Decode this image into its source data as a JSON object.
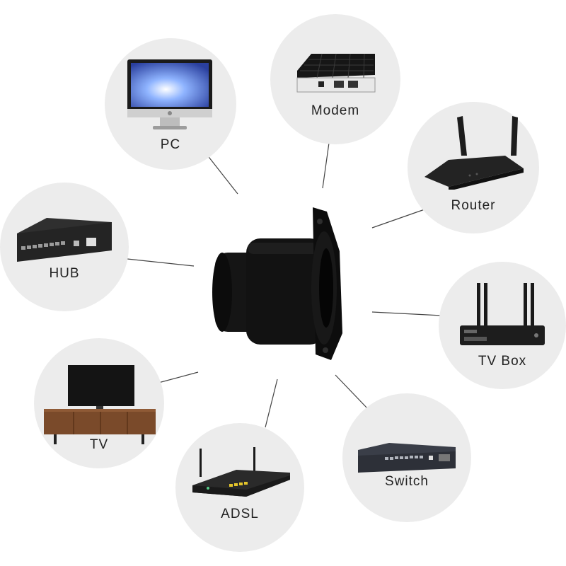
{
  "center": {
    "icon": "panel-mount-connector-icon"
  },
  "devices": [
    {
      "key": "pc",
      "label": "PC",
      "icon": "imac-monitor-icon"
    },
    {
      "key": "modem",
      "label": "Modem",
      "icon": "modem-icon"
    },
    {
      "key": "router",
      "label": "Router",
      "icon": "router-icon"
    },
    {
      "key": "hub",
      "label": "HUB",
      "icon": "hub-icon"
    },
    {
      "key": "tvbox",
      "label": "TV Box",
      "icon": "tv-box-icon"
    },
    {
      "key": "tv",
      "label": "TV",
      "icon": "tv-on-stand-icon"
    },
    {
      "key": "adsl",
      "label": "ADSL",
      "icon": "adsl-router-icon"
    },
    {
      "key": "switch",
      "label": "Switch",
      "icon": "switch-icon"
    }
  ],
  "colors": {
    "circle": "#ececec",
    "line": "#444444",
    "device": "#1c1c1c",
    "connector": "#0f0f0f",
    "wood": "#7a4a2a"
  }
}
